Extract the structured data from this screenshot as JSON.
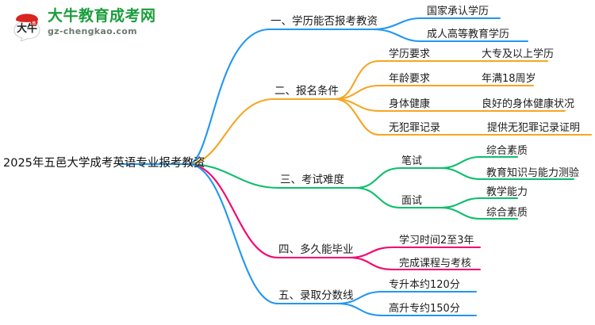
{
  "logo": {
    "mark_name": "daniu-bull-badge",
    "cn_text": "大牛教育成考网",
    "en_text": "gz-chengkao.com",
    "mark_color": "#d9241f",
    "cn_color": "#1a9d3c",
    "en_color": "#6b7a6d",
    "mark_char": "大牛"
  },
  "mindmap": {
    "root": "2025年五邑大学成考英语专业报考教资",
    "colors": {
      "blue": "#2196f3",
      "orange": "#f5a623",
      "green": "#0cbf6a",
      "pink": "#f5006e"
    },
    "branches": [
      {
        "label": "一、学历能否报考教资",
        "color": "#2196f3",
        "children": [
          {
            "label": "国家承认学历",
            "children": []
          },
          {
            "label": "成人高等教育学历",
            "children": []
          }
        ]
      },
      {
        "label": "二、报名条件",
        "color": "#f5a623",
        "children": [
          {
            "label": "学历要求",
            "children": [
              {
                "label": "大专及以上学历"
              }
            ]
          },
          {
            "label": "年龄要求",
            "children": [
              {
                "label": "年满18周岁"
              }
            ]
          },
          {
            "label": "身体健康",
            "children": [
              {
                "label": "良好的身体健康状况"
              }
            ]
          },
          {
            "label": "无犯罪记录",
            "children": [
              {
                "label": "提供无犯罪记录证明"
              }
            ]
          }
        ]
      },
      {
        "label": "三、考试难度",
        "color": "#0cbf6a",
        "children": [
          {
            "label": "笔试",
            "children": [
              {
                "label": "综合素质"
              },
              {
                "label": "教育知识与能力测验"
              }
            ]
          },
          {
            "label": "面试",
            "children": [
              {
                "label": "教学能力"
              },
              {
                "label": "综合素质"
              }
            ]
          }
        ]
      },
      {
        "label": "四、多久能毕业",
        "color": "#f5006e",
        "children": [
          {
            "label": "学习时间2至3年",
            "children": []
          },
          {
            "label": "完成课程与考核",
            "children": []
          }
        ]
      },
      {
        "label": "五、录取分数线",
        "color": "#2196f3",
        "children": [
          {
            "label": "专升本约120分",
            "children": []
          },
          {
            "label": "高升专约150分",
            "children": []
          }
        ]
      }
    ]
  }
}
